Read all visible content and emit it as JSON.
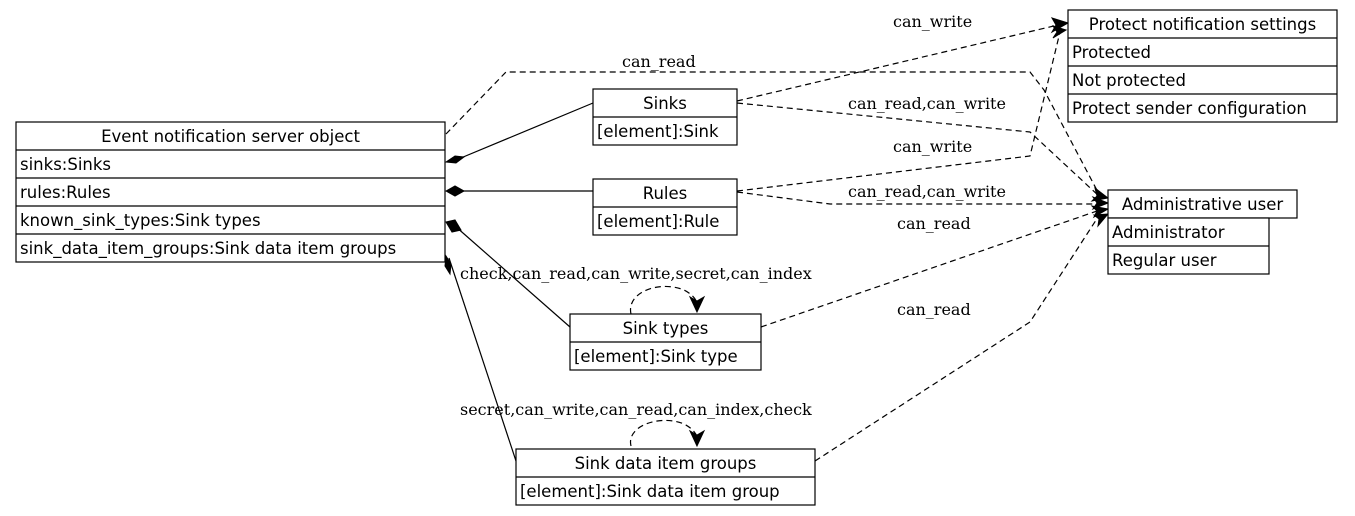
{
  "nodes": {
    "event_server": {
      "title": "Event notification server object",
      "rows": [
        "sinks:Sinks",
        "rules:Rules",
        "known_sink_types:Sink types",
        "sink_data_item_groups:Sink data item groups"
      ]
    },
    "sinks": {
      "title": "Sinks",
      "rows": [
        "[element]:Sink"
      ]
    },
    "rules": {
      "title": "Rules",
      "rows": [
        "[element]:Rule"
      ]
    },
    "sink_types": {
      "title": "Sink types",
      "rows": [
        "[element]:Sink type"
      ]
    },
    "sink_data_item_groups": {
      "title": "Sink data item groups",
      "rows": [
        "[element]:Sink data item group"
      ]
    },
    "protect_settings": {
      "title": "Protect notification settings",
      "rows": [
        "Protected",
        "Not protected",
        "Protect sender configuration"
      ]
    },
    "admin_user": {
      "title": "Administrative user",
      "rows": [
        "Administrator",
        "Regular user"
      ]
    }
  },
  "edge_labels": {
    "server_to_admin": "can_read",
    "sinks_to_protect": "can_write",
    "sinks_to_admin": "can_read,can_write",
    "rules_to_protect": "can_write",
    "rules_to_admin": "can_read,can_write",
    "sink_types_to_admin": "can_read",
    "sink_types_self": "check,can_read,can_write,secret,can_index",
    "sdig_to_admin": "can_read",
    "sdig_self": "secret,can_write,can_read,can_index,check"
  }
}
